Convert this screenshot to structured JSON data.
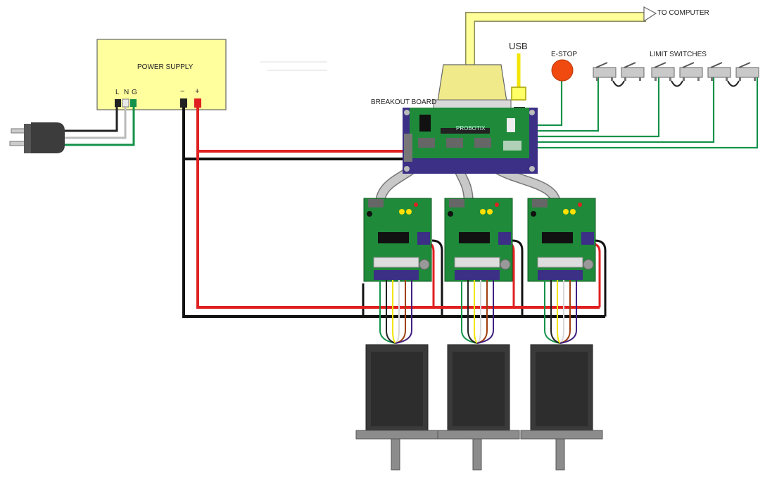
{
  "labels": {
    "power_supply": "POWER SUPPLY",
    "terminal_l": "L",
    "terminal_n": "N",
    "terminal_g": "G",
    "terminal_minus": "−",
    "terminal_plus": "+",
    "breakout_board": "BREAKOUT BOARD",
    "to_computer": "TO COMPUTER",
    "usb": "USB",
    "estop": "E-STOP",
    "limit_switches": "LIMIT SWITCHES",
    "board_brand": "PROBOTIX"
  },
  "colors": {
    "psu_fill": "#ffff9e",
    "pcb_green": "#1f8a3a",
    "pcb_edge": "#3b2f86",
    "red_wire": "#e02020",
    "black_wire": "#111111",
    "green_wire": "#14924a",
    "parallel_cable": "#ffff99",
    "usb_cable": "#f2e600",
    "estop_red": "#f04a10",
    "motor_body": "#3a3a3a",
    "motor_plate": "#8c8c8c"
  },
  "icons": {
    "plug": "ac-plug-icon",
    "estop": "estop-button-icon",
    "limit_switch": "limit-switch-icon",
    "motor": "stepper-motor-icon",
    "driver": "stepper-driver-icon"
  }
}
